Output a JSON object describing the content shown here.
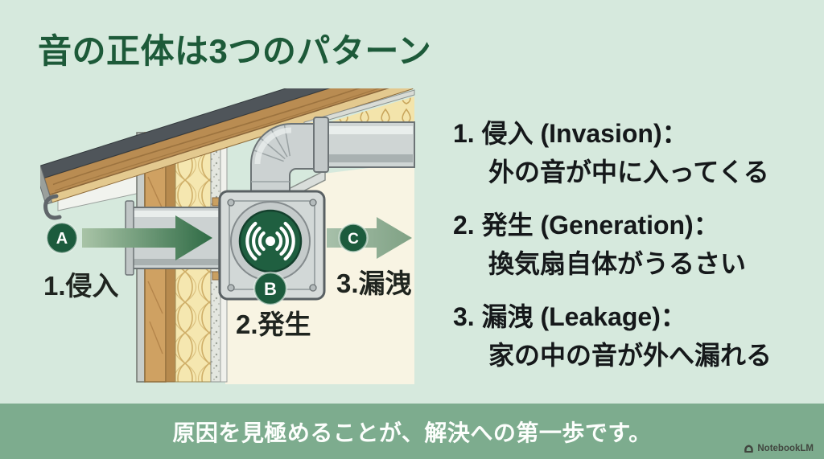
{
  "slide": {
    "title": "音の正体は3つのパターン",
    "background_color": "#d6e9dd",
    "title_color": "#1d5a39"
  },
  "diagram": {
    "badges": {
      "a": {
        "letter": "A",
        "label": "1.侵入"
      },
      "b": {
        "letter": "B",
        "label": "2.発生"
      },
      "c": {
        "letter": "C",
        "label": "3.漏洩"
      }
    },
    "colors": {
      "badge_green": "#1c5b3d",
      "arrow_dark_green": "#2f6b45",
      "arrow_light_green": "#9cb89f",
      "duct_metal_grey": "#ccd2d2",
      "insulation_tan": "#f5e7b0",
      "wood_brown": "#b98c52",
      "interior_cream": "#f8f4e3"
    }
  },
  "list": {
    "items": [
      {
        "heading": "1. 侵入 (Invasion)：",
        "description": "外の音が中に入ってくる"
      },
      {
        "heading": "2. 発生 (Generation)：",
        "description": "換気扇自体がうるさい"
      },
      {
        "heading": "3. 漏洩 (Leakage)：",
        "description": "家の中の音が外へ漏れる"
      }
    ]
  },
  "footer": {
    "text": "原因を見極めることが、解決への第一歩です。",
    "background_color": "#7dac8e"
  },
  "watermark": {
    "brand": "NotebookLM"
  }
}
